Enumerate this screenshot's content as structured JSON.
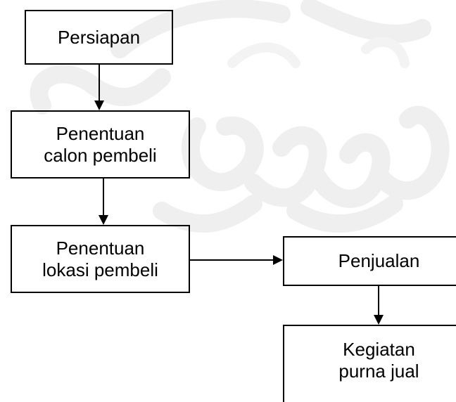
{
  "flowchart": {
    "nodes": [
      {
        "id": "persiapan",
        "text": "Persiapan"
      },
      {
        "id": "calon",
        "text": "Penentuan\ncalon pembeli"
      },
      {
        "id": "lokasi",
        "text": "Penentuan\nlokasi pembeli"
      },
      {
        "id": "penjualan",
        "text": "Penjualan"
      },
      {
        "id": "purna",
        "text": "Kegiatan\npurna jual"
      }
    ],
    "edges": [
      {
        "from": "persiapan",
        "to": "calon"
      },
      {
        "from": "calon",
        "to": "lokasi"
      },
      {
        "from": "lokasi",
        "to": "penjualan"
      },
      {
        "from": "penjualan",
        "to": "purna"
      }
    ]
  },
  "colors": {
    "stroke": "#000000",
    "text": "#000000",
    "background": "#ffffff",
    "watermark": "#eeeeee"
  }
}
